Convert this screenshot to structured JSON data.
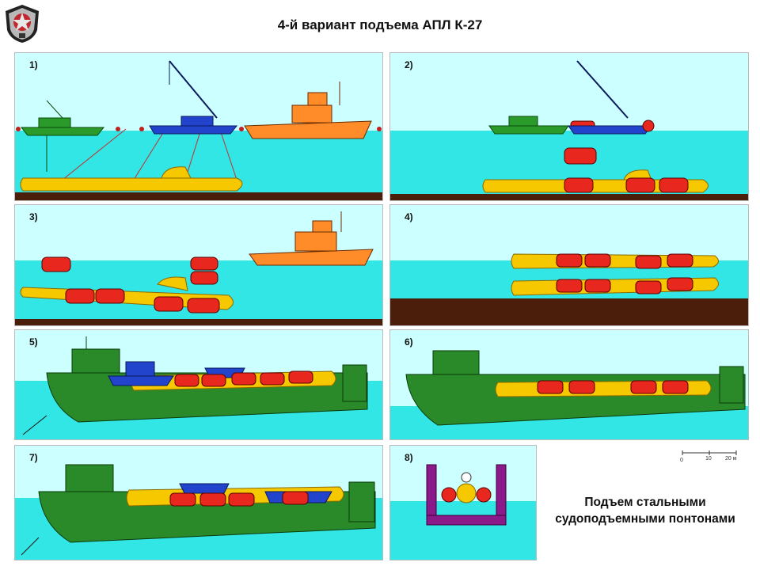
{
  "header": {
    "title": "4-й вариант  подъема АПЛ К-27"
  },
  "panels": {
    "p1": "1)",
    "p2": "2)",
    "p3": "3)",
    "p4": "4)",
    "p5": "5)",
    "p6": "6)",
    "p7": "7)",
    "p8": "8)"
  },
  "scale_bar": {
    "t0": "0",
    "t1": "10",
    "t2": "20 м"
  },
  "caption": {
    "line1": "Подъем стальными",
    "line2": "судоподъемными  понтонами"
  },
  "colors": {
    "water": "#33e6e6",
    "sky": "#ccffff",
    "seabed": "#4a1e0a",
    "submarine": "#f5c800",
    "pontoon": "#e8281e",
    "tug": "#ff8c28",
    "crane_ship": "#2244cc",
    "barge_green": "#2a9a2a",
    "dock_ship": "#2a8a2a",
    "cradle": "#8a1a8a"
  }
}
